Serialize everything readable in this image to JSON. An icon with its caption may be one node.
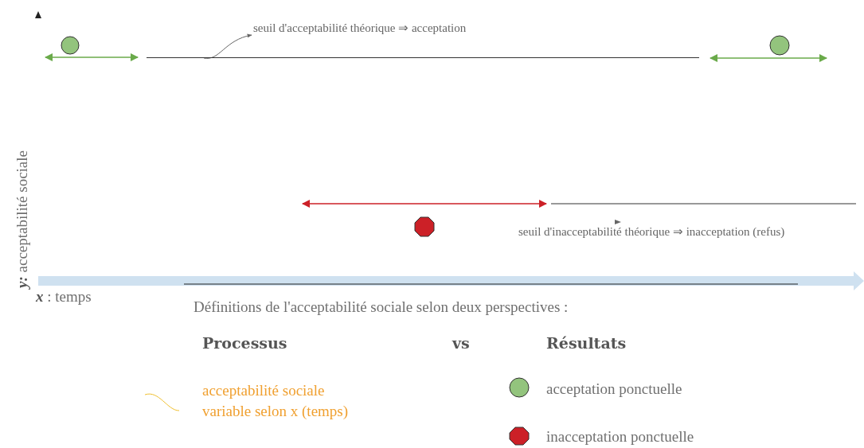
{
  "diagram": {
    "title": "Définitions de l'acceptabilité sociale selon deux perspectives :",
    "nodes": [
      {
        "text": [],
        "shape": "line"
      },
      {
        "text": [
          "seuil d'acceptabilité théorique ⇒ acceptation"
        ]
      }
    ],
    "edges": [
      {
        "from": 0,
        "to": 1,
        "arrow": "to"
      }
    ],
    "labels": [
      "seuil d'inacceptabilité théorique ⇒ inacceptation (refus)",
      "**y:** acceptabilité sociale",
      "**x** : temps",
      "Processus",
      "vs",
      "Résultats"
    ],
    "legend": [
      {
        "text": "acceptabilité sociale variable selon x (temps)"
      },
      {
        "text": "acceptation ponctuelle"
      },
      {
        "text": "inacceptation ponctuelle"
      }
    ]
  }
}
